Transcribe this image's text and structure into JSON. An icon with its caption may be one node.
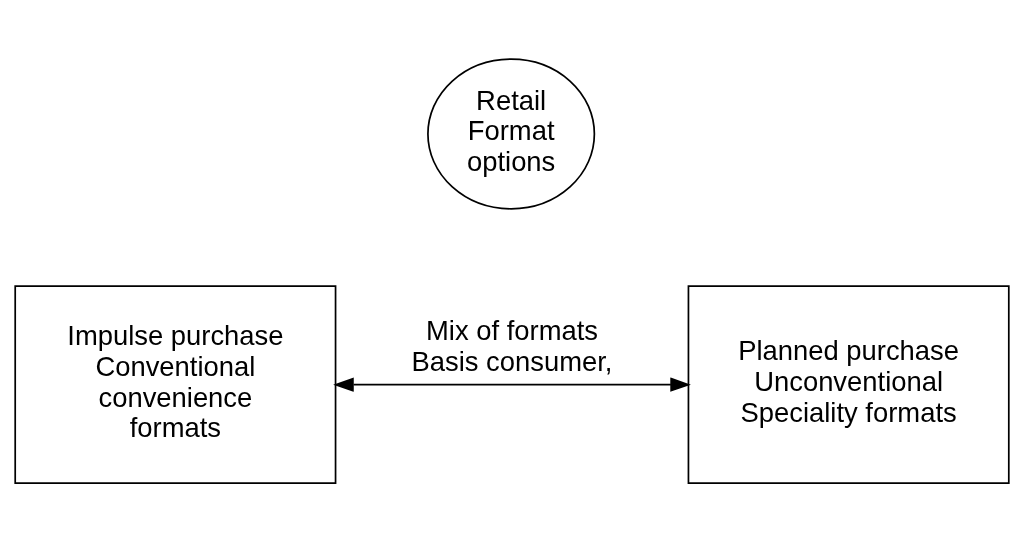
{
  "diagram": {
    "nodes": [
      {
        "text": [
          "Retail Format options"
        ]
      },
      {
        "text": [
          "Impulse purchase Conventional convenience formats"
        ]
      },
      {
        "text": [
          "Planned purchase Unconventional Speciality formats"
        ]
      }
    ],
    "edges": [
      {
        "from": 1,
        "to": 2,
        "arrow": "both",
        "label": "Mix of formats Basis consumer,"
      }
    ]
  }
}
